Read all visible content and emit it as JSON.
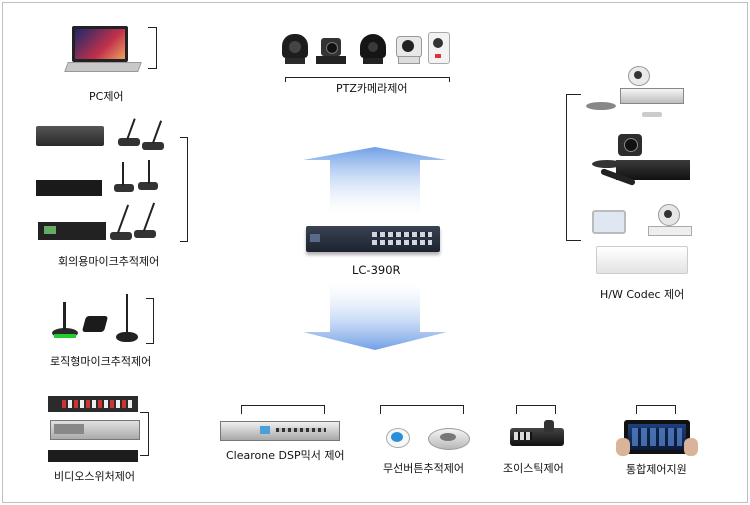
{
  "center": {
    "device_label": "LC-390R"
  },
  "top": {
    "ptz_label": "PTZ카메라제어"
  },
  "left": {
    "pc_label": "PC제어",
    "conference_mic_label": "회의용마이크추적제어",
    "logic_mic_label": "로직형마이크추적제어",
    "video_switcher_label": "비디오스위처제어"
  },
  "right": {
    "codec_label": "H/W  Codec  제어"
  },
  "bottom": {
    "dsp_label": "Clearone  DSP믹서  제어",
    "wireless_label": "무선버튼추적제어",
    "joystick_label": "조이스틱제어",
    "integrated_label": "통합제어지원"
  }
}
